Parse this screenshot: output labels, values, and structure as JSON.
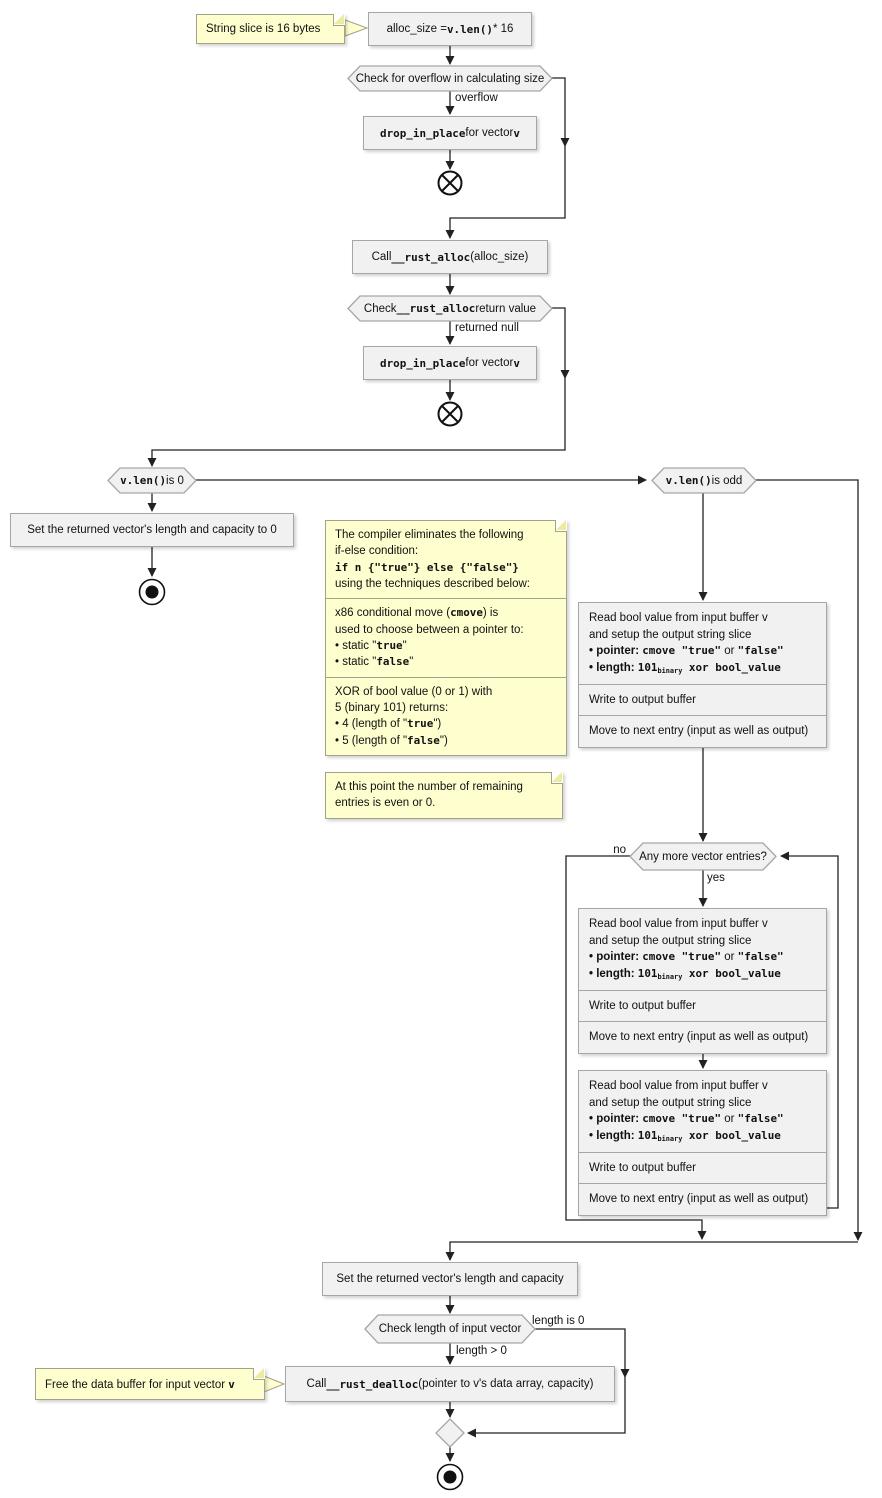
{
  "colors": {
    "node_fill": "#f1f1f1",
    "node_border": "#a6a6a6",
    "note_fill": "#fefece",
    "line": "#222222"
  },
  "notes": {
    "string_slice": "String slice is 16 bytes",
    "compiler": {
      "section1": [
        {
          "t": "The compiler eliminates the following\nif-else condition:\n"
        },
        {
          "t": "if n {\"true\"} else {\"false\"}",
          "s": "code"
        },
        {
          "t": "\nusing the techniques described below:"
        }
      ],
      "section2": [
        {
          "t": "x86 conditional move ("
        },
        {
          "t": "cmove",
          "s": "code"
        },
        {
          "t": ") is\nused to choose between a pointer to:\n• static \""
        },
        {
          "t": "true",
          "s": "code"
        },
        {
          "t": "\"\n• static \""
        },
        {
          "t": "false",
          "s": "code"
        },
        {
          "t": "\""
        }
      ],
      "section3": [
        {
          "t": "XOR of bool value (0 or 1) with\n5 (binary 101) returns:\n• 4 (length of \""
        },
        {
          "t": "true",
          "s": "code"
        },
        {
          "t": "\")\n• 5 (length of \""
        },
        {
          "t": "false",
          "s": "code"
        },
        {
          "t": "\")"
        }
      ]
    },
    "remaining": "At this point the number of remaining\nentries is even or 0.",
    "free_buffer": [
      {
        "t": "Free the data buffer for input vector "
      },
      {
        "t": "v",
        "s": "code"
      }
    ]
  },
  "nodes": {
    "alloc_size": [
      {
        "t": "alloc_size = "
      },
      {
        "t": "v.len()",
        "s": "code"
      },
      {
        "t": " * 16"
      }
    ],
    "check_overflow": "Check for overflow in calculating size",
    "drop_in_place": [
      {
        "t": "drop_in_place",
        "s": "code"
      },
      {
        "t": " for vector "
      },
      {
        "t": "v",
        "s": "code"
      }
    ],
    "call_rust_alloc": [
      {
        "t": "Call "
      },
      {
        "t": "__rust_alloc",
        "s": "code"
      },
      {
        "t": " (alloc_size)"
      }
    ],
    "check_alloc_return": [
      {
        "t": "Check "
      },
      {
        "t": "__rust_alloc",
        "s": "code"
      },
      {
        "t": " return value"
      }
    ],
    "len_is_0": [
      {
        "t": "v.len()",
        "s": "code"
      },
      {
        "t": " is 0"
      }
    ],
    "len_is_odd": [
      {
        "t": "v.len()",
        "s": "code"
      },
      {
        "t": " is odd"
      }
    ],
    "set_len_cap_0": "Set the returned vector's length and capacity to 0",
    "read_bool": {
      "main": [
        {
          "t": "Read bool value from input buffer v\nand setup the output string slice\n"
        },
        {
          "t": "• pointer: ",
          "s": "b"
        },
        {
          "t": "cmove \"true\"",
          "s": "code"
        },
        {
          "t": " or "
        },
        {
          "t": "\"false\"",
          "s": "code"
        },
        {
          "t": "\n"
        },
        {
          "t": "• length: ",
          "s": "b"
        },
        {
          "t": "101",
          "s": "code"
        },
        {
          "t": "binary",
          "s": "sub"
        },
        {
          "t": " xor bool_value",
          "s": "code"
        }
      ],
      "write": "Write to output buffer",
      "move": "Move to next entry (input as well as output)"
    },
    "any_more": "Any more vector entries?",
    "set_len_cap": "Set the returned vector's length and capacity",
    "check_input_len": "Check length of input vector",
    "call_rust_dealloc": [
      {
        "t": "Call "
      },
      {
        "t": "__rust_dealloc",
        "s": "code"
      },
      {
        "t": " (pointer to v's data array, capacity)"
      }
    ]
  },
  "labels": {
    "overflow": "overflow",
    "returned_null": "returned null",
    "no": "no",
    "yes": "yes",
    "length_is_0": "length is 0",
    "length_gt_0": "length > 0"
  }
}
